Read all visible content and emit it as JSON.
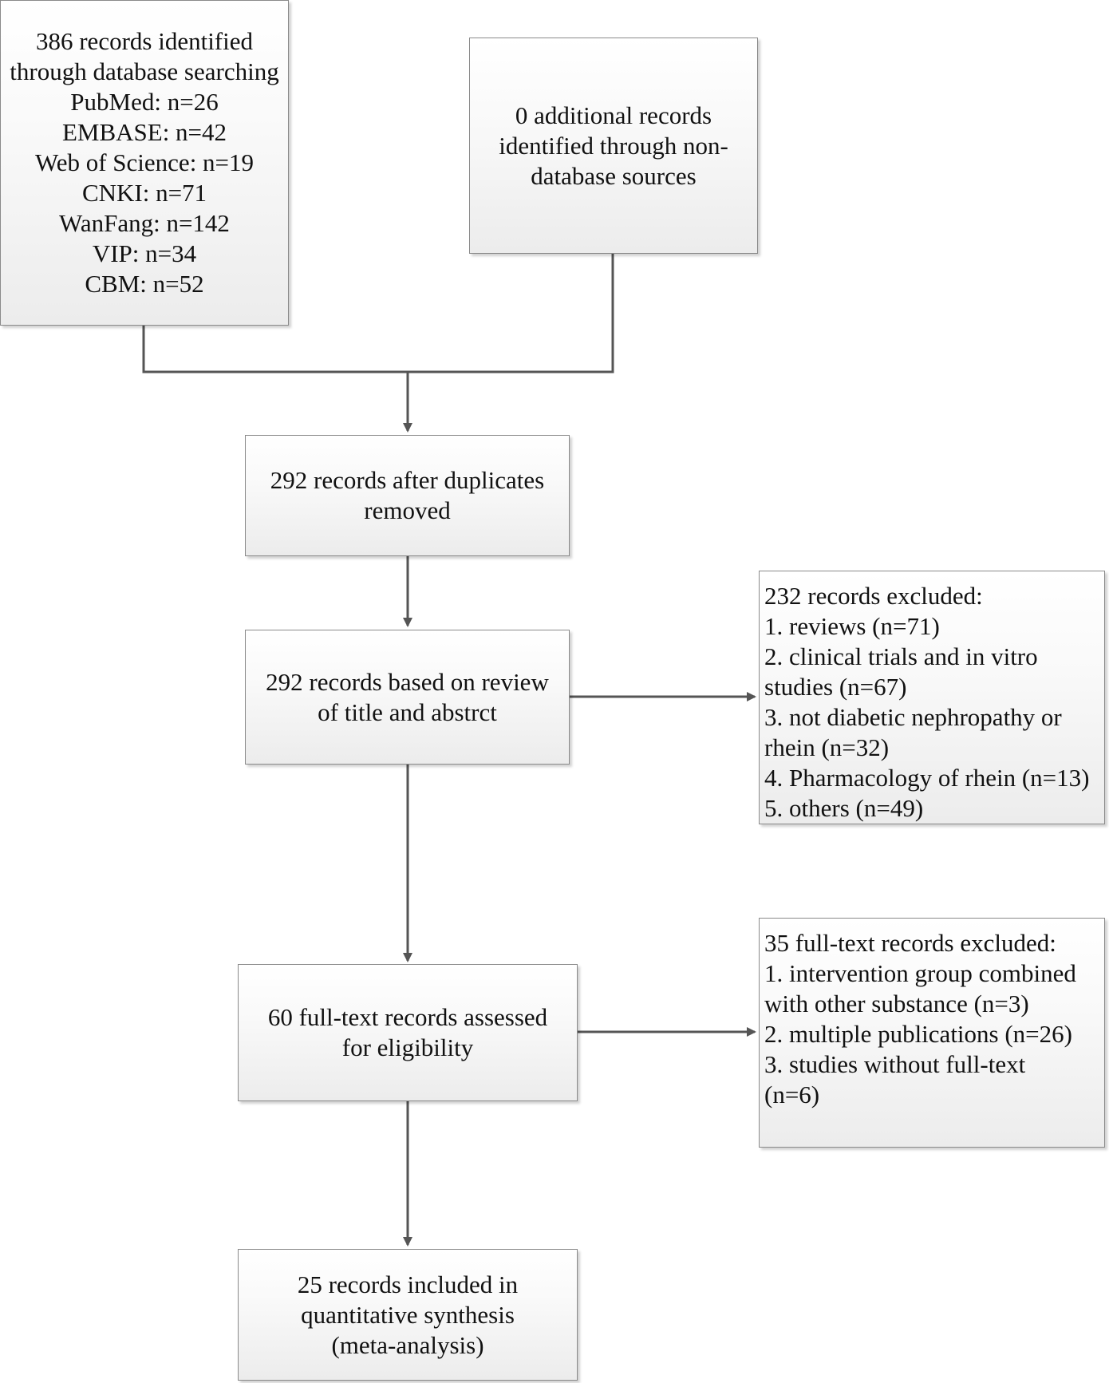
{
  "identification": {
    "database_box": {
      "lines": [
        "386  records identified",
        "through database searching",
        "PubMed: n=26",
        "EMBASE: n=42",
        "Web of Science: n=19",
        "CNKI: n=71",
        "WanFang: n=142",
        "VIP: n=34",
        "CBM: n=52"
      ]
    },
    "other_sources_box": {
      "lines": [
        "0  additional records",
        "identified through non-",
        "database sources"
      ]
    }
  },
  "duplicates_box": {
    "lines": [
      "292 records after duplicates",
      "removed"
    ]
  },
  "screening_box": {
    "lines": [
      "292 records based on review",
      "of title and abstrct"
    ]
  },
  "screening_excluded_box": {
    "lines": [
      "232 records excluded:",
      "1. reviews (n=71)",
      "2. clinical trials and in vitro",
      "studies (n=67)",
      "3. not diabetic nephropathy or",
      "rhein (n=32)",
      "4. Pharmacology of rhein (n=13)",
      "5. others (n=49)"
    ]
  },
  "eligibility_box": {
    "lines": [
      "60  full-text records assessed",
      "for eligibility"
    ]
  },
  "fulltext_excluded_box": {
    "lines": [
      "35 full-text records excluded:",
      "1. intervention group combined",
      "with other substance (n=3)",
      "2. multiple publications (n=26)",
      "3. studies without full-text",
      "(n=6)"
    ]
  },
  "included_box": {
    "lines": [
      "25 records included in",
      "quantitative synthesis",
      "(meta-analysis)"
    ]
  },
  "colors": {
    "border": "#8a8a8a",
    "connector": "#555555"
  }
}
